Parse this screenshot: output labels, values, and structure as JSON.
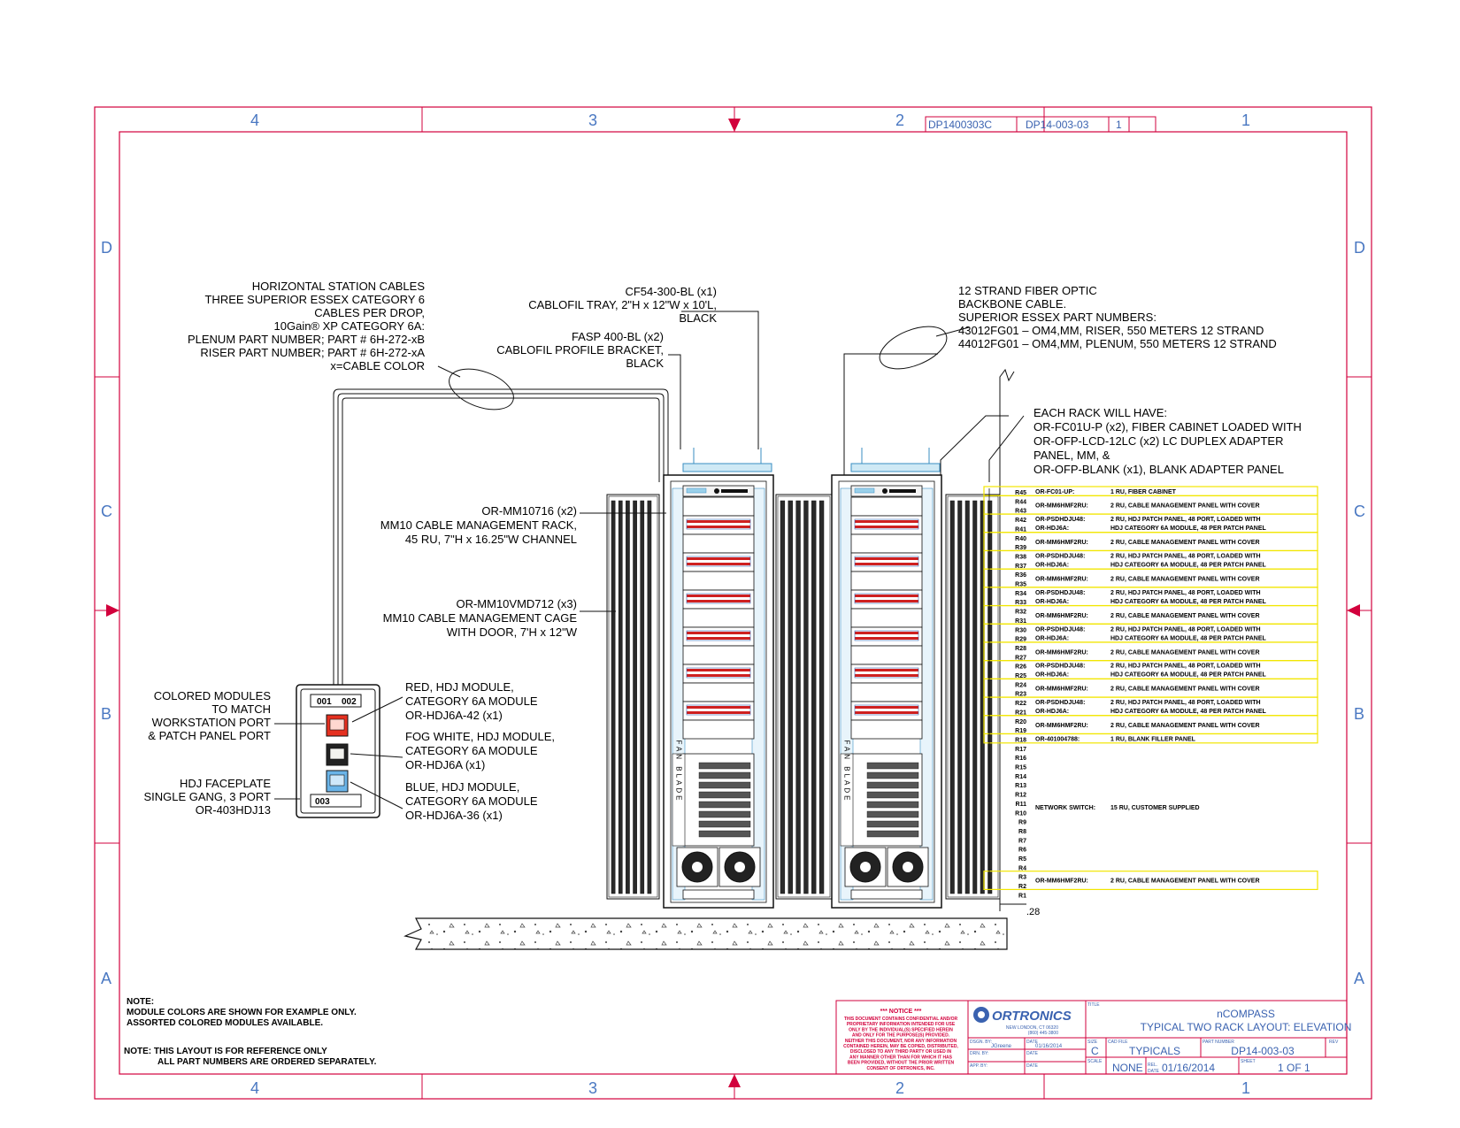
{
  "border": {
    "zones_x": [
      "4",
      "3",
      "2",
      "1"
    ],
    "zones_y": [
      "D",
      "C",
      "B",
      "A"
    ],
    "top_cells": [
      "DP1400303C",
      "DP14-003-03",
      "1"
    ]
  },
  "callouts": {
    "horizontal_cables": [
      "HORIZONTAL STATION CABLES",
      "THREE SUPERIOR ESSEX CATEGORY 6",
      "CABLES PER DROP,",
      "10Gain® XP CATEGORY 6A:",
      "PLENUM PART NUMBER; PART # 6H-272-xB",
      "RISER PART NUMBER; PART # 6H-272-xA",
      "x=CABLE COLOR"
    ],
    "tray": [
      "CF54-300-BL (x1)",
      "CABLOFIL TRAY, 2\"H x 12\"W x 10'L,",
      "BLACK"
    ],
    "bracket": [
      "FASP 400-BL (x2)",
      "CABLOFIL PROFILE BRACKET,",
      "BLACK"
    ],
    "fiber": [
      "12 STRAND FIBER OPTIC",
      "BACKBONE CABLE.",
      "SUPERIOR ESSEX PART NUMBERS:",
      "43012FG01 – OM4,MM, RISER, 550 METERS 12 STRAND",
      "44012FG01 – OM4,MM, PLENUM, 550 METERS 12 STRAND"
    ],
    "each_rack": [
      "EACH RACK WILL HAVE:",
      "OR-FC01U-P (x2), FIBER CABINET LOADED WITH",
      "OR-OFP-LCD-12LC (x2) LC DUPLEX ADAPTER",
      "PANEL, MM, &",
      "OR-OFP-BLANK (x1), BLANK ADAPTER PANEL"
    ],
    "rack": [
      "OR-MM10716 (x2)",
      "MM10 CABLE MANAGEMENT RACK,",
      "45 RU, 7\"H x 16.25\"W CHANNEL"
    ],
    "cage": [
      "OR-MM10VMD712 (x3)",
      "MM10 CABLE MANAGEMENT CAGE",
      "WITH DOOR, 7'H x 12\"W"
    ],
    "colored": [
      "COLORED MODULES",
      "TO MATCH",
      "WORKSTATION PORT",
      "& PATCH PANEL PORT"
    ],
    "faceplate": [
      "HDJ FACEPLATE",
      "SINGLE GANG, 3 PORT",
      "OR-403HDJ13"
    ],
    "red_mod": [
      "RED, HDJ MODULE,",
      "CATEGORY 6A MODULE",
      "OR-HDJ6A-42 (x1)"
    ],
    "white_mod": [
      "FOG WHITE, HDJ MODULE,",
      "CATEGORY 6A MODULE",
      "OR-HDJ6A (x1)"
    ],
    "blue_mod": [
      "BLUE, HDJ MODULE,",
      "CATEGORY 6A MODULE",
      "OR-HDJ6A-36 (x1)"
    ],
    "ports": [
      "001",
      "002",
      "003"
    ],
    "fan_blade": "FAN BLADE",
    "dim": ".28"
  },
  "rack_units": [
    "R45",
    "R44",
    "R43",
    "R42",
    "R41",
    "R40",
    "R39",
    "R38",
    "R37",
    "R36",
    "R35",
    "R34",
    "R33",
    "R32",
    "R31",
    "R30",
    "R29",
    "R28",
    "R27",
    "R26",
    "R25",
    "R24",
    "R23",
    "R22",
    "R21",
    "R20",
    "R19",
    "R18",
    "R17",
    "R16",
    "R15",
    "R14",
    "R13",
    "R12",
    "R11",
    "R10",
    "R9",
    "R8",
    "R7",
    "R6",
    "R5",
    "R4",
    "R3",
    "R2",
    "R1"
  ],
  "rack_legend": [
    {
      "part": "OR-FC01-UP:",
      "desc": "1 RU, FIBER CABINET"
    },
    {
      "part": "OR-MM6HMF2RU:",
      "desc": "2 RU, CABLE MANAGEMENT PANEL WITH COVER"
    },
    {
      "part": "OR-PSDHDJU48:",
      "part2": "OR-HDJ6A:",
      "desc": "2 RU, HDJ PATCH PANEL, 48 PORT, LOADED WITH",
      "desc2": "HDJ CATEGORY 6A MODULE, 48 PER PATCH PANEL"
    },
    {
      "part": "OR-MM6HMF2RU:",
      "desc": "2 RU, CABLE MANAGEMENT PANEL WITH COVER"
    },
    {
      "part": "OR-PSDHDJU48:",
      "part2": "OR-HDJ6A:",
      "desc": "2 RU, HDJ PATCH PANEL, 48 PORT, LOADED WITH",
      "desc2": "HDJ CATEGORY 6A MODULE, 48 PER PATCH PANEL"
    },
    {
      "part": "OR-MM6HMF2RU:",
      "desc": "2 RU, CABLE MANAGEMENT PANEL WITH COVER"
    },
    {
      "part": "OR-PSDHDJU48:",
      "part2": "OR-HDJ6A:",
      "desc": "2 RU, HDJ PATCH PANEL, 48 PORT, LOADED WITH",
      "desc2": "HDJ CATEGORY 6A MODULE, 48 PER PATCH PANEL"
    },
    {
      "part": "OR-MM6HMF2RU:",
      "desc": "2 RU, CABLE MANAGEMENT PANEL WITH COVER"
    },
    {
      "part": "OR-PSDHDJU48:",
      "part2": "OR-HDJ6A:",
      "desc": "2 RU, HDJ PATCH PANEL, 48 PORT, LOADED WITH",
      "desc2": "HDJ CATEGORY 6A MODULE, 48 PER PATCH PANEL"
    },
    {
      "part": "OR-MM6HMF2RU:",
      "desc": "2 RU, CABLE MANAGEMENT PANEL WITH COVER"
    },
    {
      "part": "OR-PSDHDJU48:",
      "part2": "OR-HDJ6A:",
      "desc": "2 RU, HDJ PATCH PANEL, 48 PORT, LOADED WITH",
      "desc2": "HDJ CATEGORY 6A MODULE, 48 PER PATCH PANEL"
    },
    {
      "part": "OR-MM6HMF2RU:",
      "desc": "2 RU, CABLE MANAGEMENT PANEL WITH COVER"
    },
    {
      "part": "OR-PSDHDJU48:",
      "part2": "OR-HDJ6A:",
      "desc": "2 RU, HDJ PATCH PANEL, 48 PORT, LOADED WITH",
      "desc2": "HDJ CATEGORY 6A MODULE, 48 PER PATCH PANEL"
    },
    {
      "part": "OR-MM6HMF2RU:",
      "desc": "2 RU, CABLE MANAGEMENT PANEL WITH COVER"
    },
    {
      "part": "OR-401004788:",
      "desc": "1 RU, BLANK FILLER PANEL"
    }
  ],
  "network_switch": {
    "part": "NETWORK SWITCH:",
    "desc": "15 RU, CUSTOMER SUPPLIED"
  },
  "bottom_panel": {
    "part": "OR-MM6HMF2RU:",
    "desc": "2 RU, CABLE MANAGEMENT PANEL WITH COVER"
  },
  "notes": {
    "note1": [
      "NOTE:",
      "MODULE COLORS ARE SHOWN FOR EXAMPLE ONLY.",
      "ASSORTED COLORED MODULES AVAILABLE."
    ],
    "note2": [
      "NOTE: THIS LAYOUT IS FOR REFERENCE ONLY",
      "ALL PART NUMBERS ARE ORDERED SEPARATELY."
    ]
  },
  "title_block": {
    "notice_title": "*** NOTICE ***",
    "notice": [
      "THIS DOCUMENT CONTAINS CONFIDENTIAL AND/OR",
      "PROPRIETARY INFORMATION INTENDED FOR USE",
      "ONLY BY THE INDIVIDUAL(S) SPECIFIED HEREIN",
      "AND ONLY FOR THE PURPOSE(S) PROVIDED.",
      "NEITHER THIS DOCUMENT, NOR ANY INFORMATION",
      "CONTAINED HEREIN, MAY BE COPIED, DISTRIBUTED,",
      "DISCLOSED TO ANY THIRD PARTY OR USED IN",
      "ANY MANNER OTHER THAN FOR WHICH IT HAS",
      "BEEN PROVIDED, WITHOUT THE PRIOR WRITTEN",
      "CONSENT OF ORTRONICS, INC."
    ],
    "logo": "ORTRONICS",
    "address": [
      "NEW LONDON, CT 06320",
      "(860) 445-3800"
    ],
    "dsgn_by_label": "DSGN. BY:",
    "dsgn_by": "JGreene",
    "drn_by_label": "DRN. BY:",
    "app_by_label": "APP. BY:",
    "date_label": "DATE",
    "date_val": "01/16/2014",
    "title_label": "TITLE",
    "title1": "nCOMPASS",
    "title2": "TYPICAL TWO RACK LAYOUT: ELEVATION",
    "size_label": "SIZE",
    "size": "C",
    "cad_label": "CAD FILE",
    "cad": "TYPICALS",
    "part_label": "PART NUMBER",
    "part": "DP14-003-03",
    "rev_label": "REV",
    "scale_label": "SCALE",
    "scale": "NONE",
    "rel_label": "REL.",
    "rel_date_label": "DATE",
    "rel_date": "01/16/2014",
    "sheet_label": "SHEET",
    "sheet": "1 OF 1"
  },
  "colors": {
    "border": "#d2003c",
    "zone_text": "#4a78c2",
    "ink": "#111111",
    "highlight": "#f2e600"
  }
}
